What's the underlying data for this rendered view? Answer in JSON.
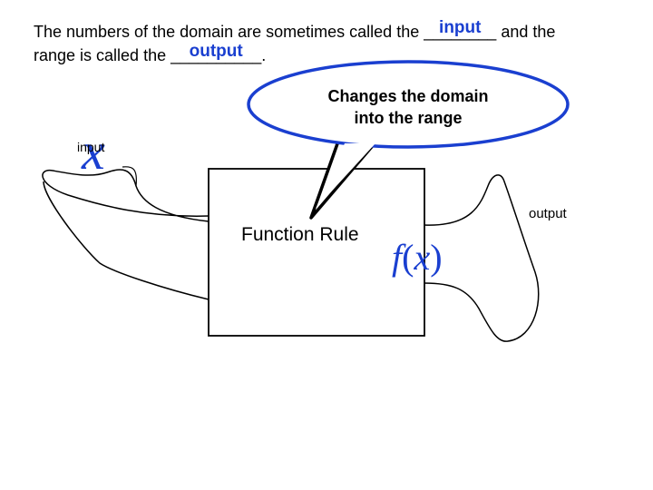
{
  "question": {
    "line1_start": "The numbers of the domain are sometimes called the ",
    "blank1": "________",
    "blank1_answer": "input",
    "line1_end": " and the",
    "line2_start": "range is called the ",
    "blank2": "__________",
    "blank2_answer": "output",
    "line2_end": "."
  },
  "bubble": {
    "line1": "Changes the domain",
    "line2": "into the range"
  },
  "diagram": {
    "variable": "x",
    "input_label": "input",
    "output_label": "output",
    "rule_label": "Function Rule",
    "output_fn": "f",
    "output_arg_open": "(",
    "output_arg": "x",
    "output_arg_close": ")"
  },
  "colors": {
    "answer": "#1a3fd0",
    "math": "#1a3fd0",
    "outline": "#000000"
  }
}
